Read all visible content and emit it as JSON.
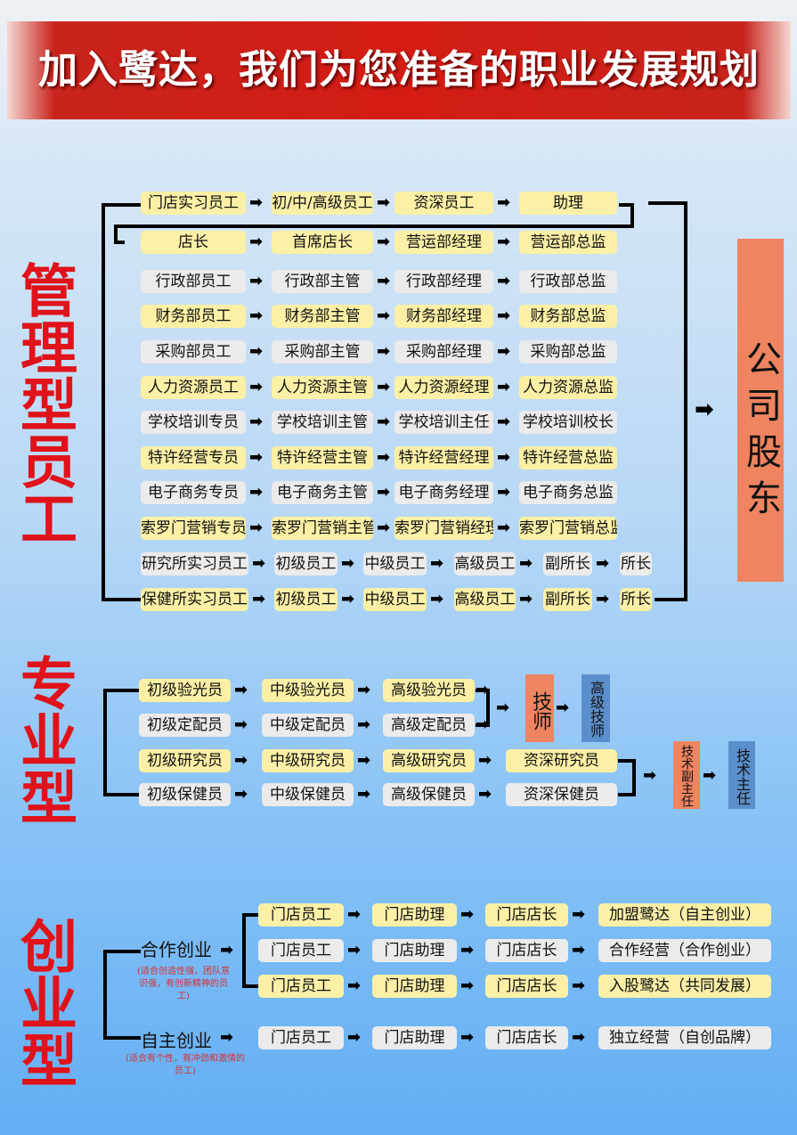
{
  "title": "加入鹭达，我们为您准备的职业发展规划",
  "sections": {
    "management": "管理型员工",
    "professional": "专业型",
    "entrepreneurial": "创业型"
  },
  "shareholder": "公司股东",
  "management_rows": [
    [
      "门店实习员工",
      "初/中/高级员工",
      "资深员工",
      "助理"
    ],
    [
      "店长",
      "首席店长",
      "营运部经理",
      "营运部总监"
    ],
    [
      "行政部员工",
      "行政部主管",
      "行政部经理",
      "行政部总监"
    ],
    [
      "财务部员工",
      "财务部主管",
      "财务部经理",
      "财务部总监"
    ],
    [
      "采购部员工",
      "采购部主管",
      "采购部经理",
      "采购部总监"
    ],
    [
      "人力资源员工",
      "人力资源主管",
      "人力资源经理",
      "人力资源总监"
    ],
    [
      "学校培训专员",
      "学校培训主管",
      "学校培训主任",
      "学校培训校长"
    ],
    [
      "特许经营专员",
      "特许经营主管",
      "特许经营经理",
      "特许经营总监"
    ],
    [
      "电子商务专员",
      "电子商务主管",
      "电子商务经理",
      "电子商务总监"
    ],
    [
      "索罗门营销专员",
      "索罗门营销主管",
      "索罗门营销经理",
      "索罗门营销总监"
    ],
    [
      "研究所实习员工",
      "初级员工",
      "中级员工",
      "高级员工",
      "副所长",
      "所长"
    ],
    [
      "保健所实习员工",
      "初级员工",
      "中级员工",
      "高级员工",
      "副所长",
      "所长"
    ]
  ],
  "professional_rows": [
    [
      "初级验光员",
      "中级验光员",
      "高级验光员"
    ],
    [
      "初级定配员",
      "中级定配员",
      "高级定配员"
    ],
    [
      "初级研究员",
      "中级研究员",
      "高级研究员",
      "资深研究员"
    ],
    [
      "初级保健员",
      "中级保健员",
      "高级保健员",
      "资深保健员"
    ]
  ],
  "professional_titles": {
    "technician": "技师",
    "senior_technician": "高级技师",
    "deputy_tech_director": "技术副主任",
    "tech_director": "技术主任"
  },
  "entrepreneurial": {
    "cooperative": {
      "label": "合作创业",
      "note": "(适合创造性强，团队意识强，有创新精神的员工)",
      "rows": [
        [
          "门店员工",
          "门店助理",
          "门店店长",
          "加盟鹭达（自主创业）"
        ],
        [
          "门店员工",
          "门店助理",
          "门店店长",
          "合作经营（合作创业）"
        ],
        [
          "门店员工",
          "门店助理",
          "门店店长",
          "入股鹭达（共同发展）"
        ]
      ]
    },
    "independent": {
      "label": "自主创业",
      "note": "(适合有个性，有冲劲和激情的员工)",
      "rows": [
        [
          "门店员工",
          "门店助理",
          "门店店长",
          "独立经营（自创品牌）"
        ]
      ]
    }
  },
  "colors": {
    "red": "#e0121a",
    "yellow": "#fbf0a6",
    "gray": "#ebebeb",
    "orange": "#ef8460",
    "blue": "#5b8fcc"
  }
}
